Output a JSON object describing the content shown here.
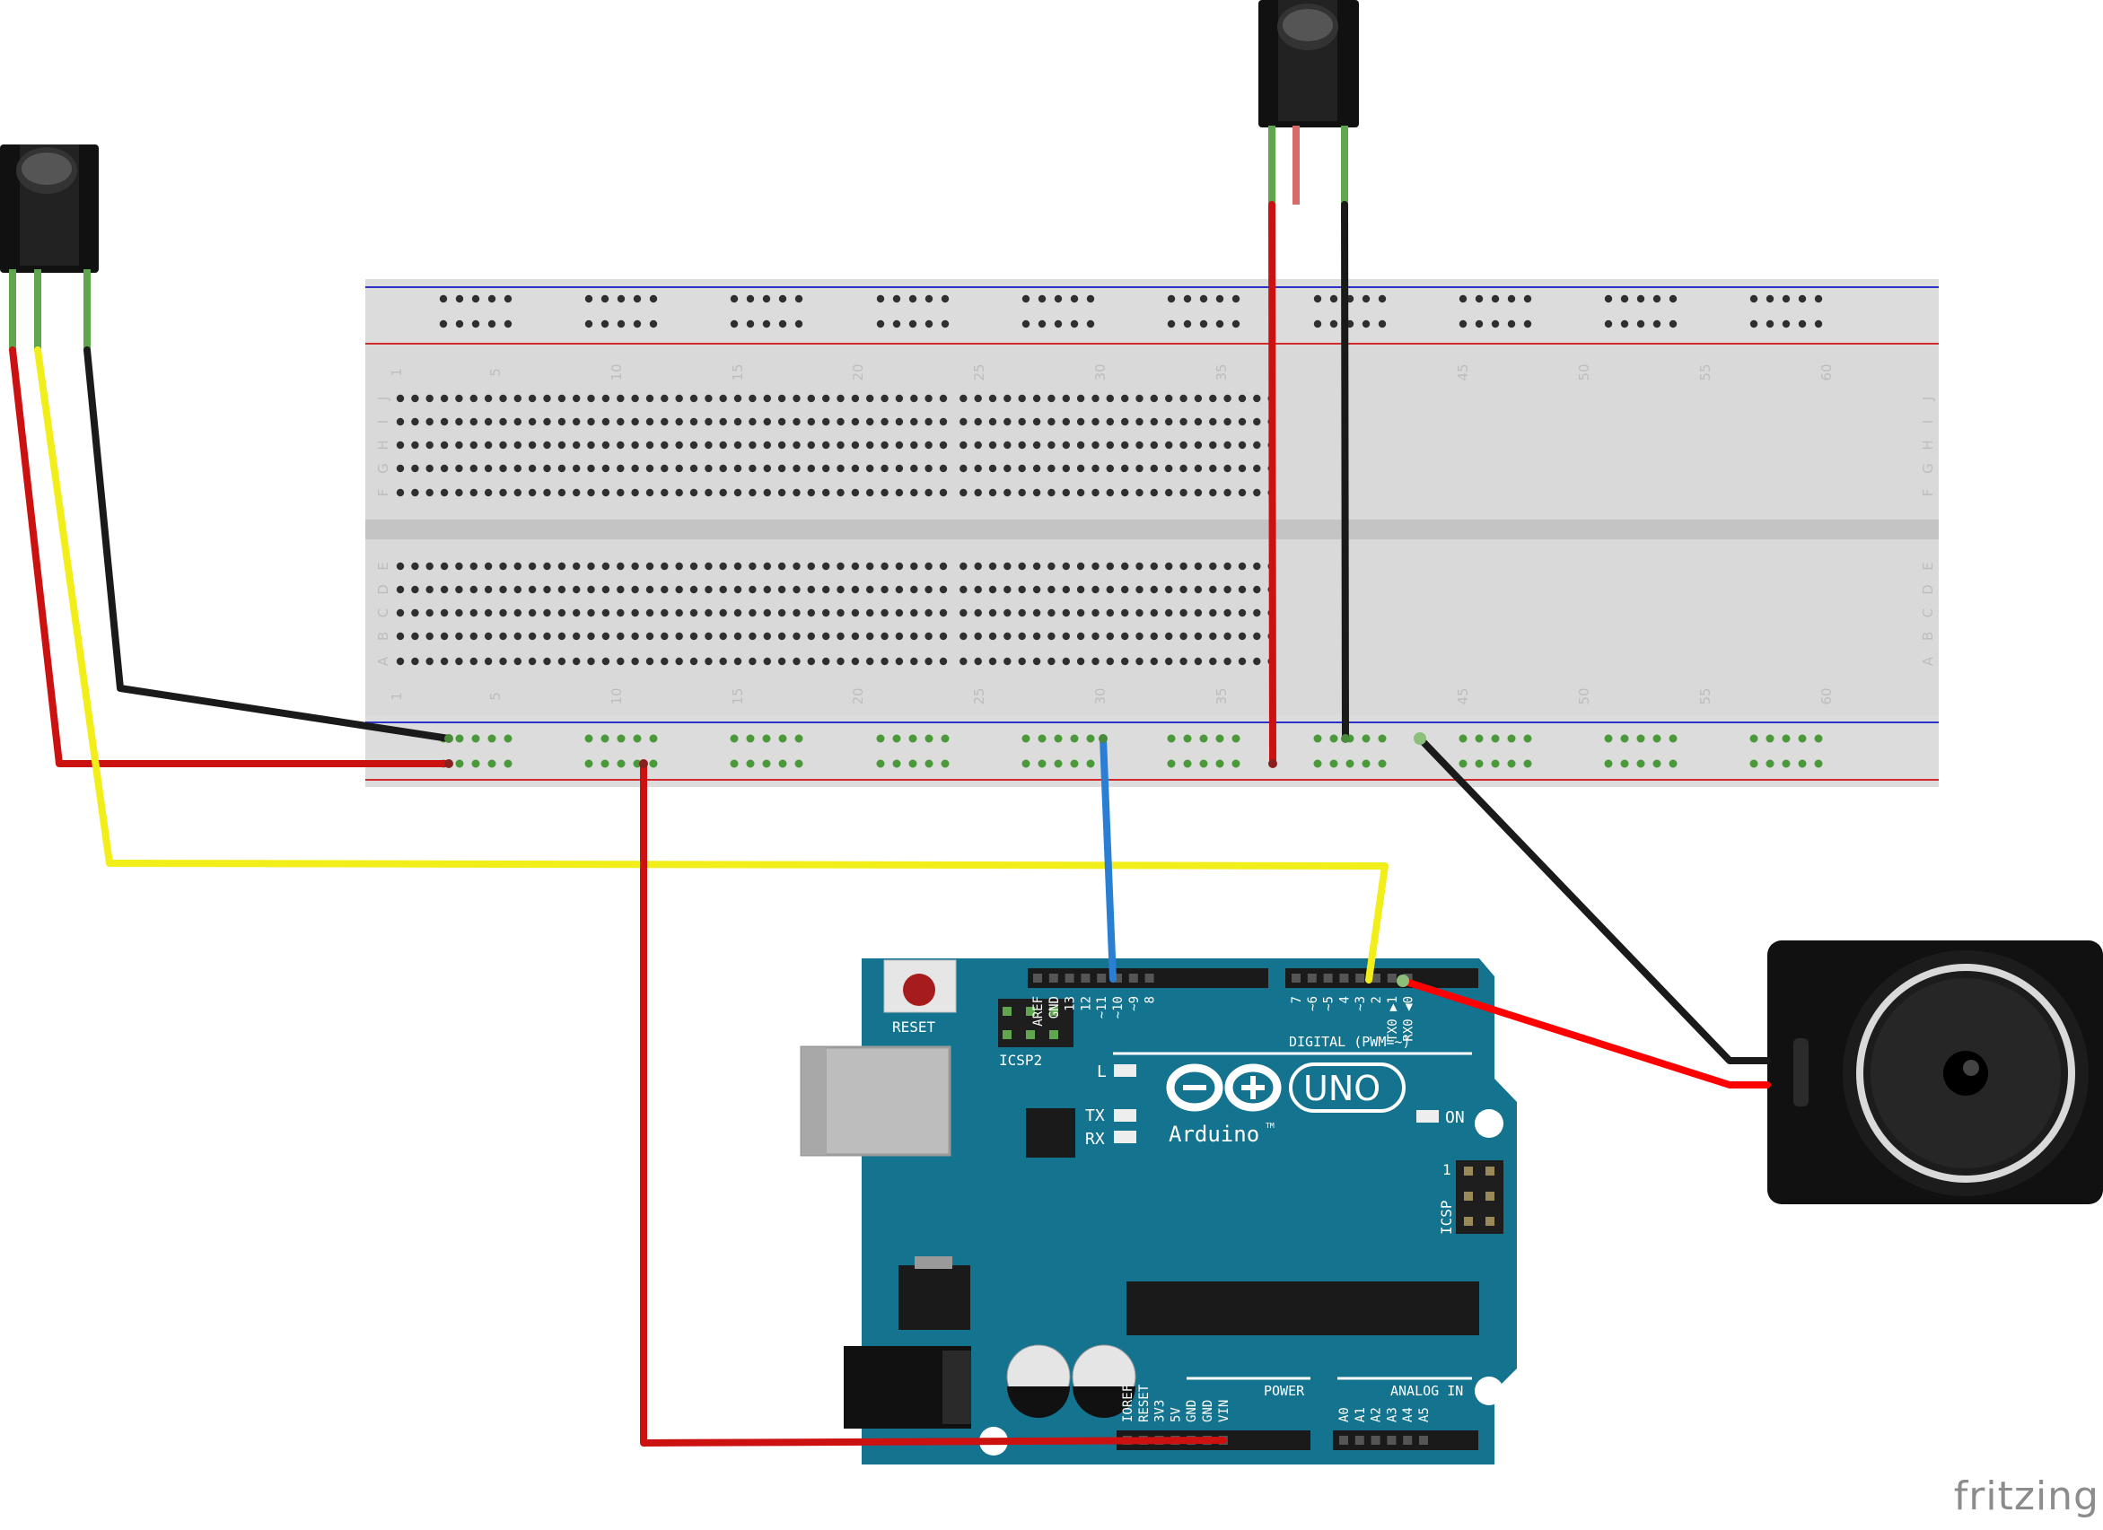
{
  "watermark": "fritzing",
  "breadboard": {
    "column_numbers": [
      "1",
      "5",
      "10",
      "15",
      "20",
      "25",
      "30",
      "35",
      "45",
      "50",
      "55",
      "60"
    ],
    "top_row_letters": [
      "J",
      "I",
      "H",
      "G",
      "F"
    ],
    "bottom_row_letters": [
      "E",
      "D",
      "C",
      "B",
      "A"
    ]
  },
  "arduino": {
    "reset_label": "RESET",
    "icsp2_label": "ICSP2",
    "icsp_label": "ICSP",
    "icsp_pin1": "1",
    "led_l": "L",
    "led_tx": "TX",
    "led_rx": "RX",
    "on_label": "ON",
    "brand": "Arduino",
    "tm": "TM",
    "model": "UNO",
    "digital_label": "DIGITAL (PWM=~)",
    "power_label": "POWER",
    "analog_label": "ANALOG IN",
    "header_top_left": [
      "AREF",
      "GND",
      "13",
      "12",
      "~11",
      "~10",
      "~9",
      "8"
    ],
    "header_top_right": [
      "7",
      "~6",
      "~5",
      "4",
      "~3",
      "2",
      "TX0 ▶1",
      "RX0 ◀0"
    ],
    "header_power": [
      "IOREF",
      "RESET",
      "3V3",
      "5V",
      "GND",
      "GND",
      "VIN"
    ],
    "header_analog": [
      "A0",
      "A1",
      "A2",
      "A3",
      "A4",
      "A5"
    ]
  },
  "colors": {
    "board": "#14738f",
    "wire_red": "#cc1111",
    "wire_yellow": "#f2ee1a",
    "wire_black": "#1a1a1a",
    "wire_blue": "#2a7fd4",
    "rail_blue": "#2a32c8",
    "rail_red": "#d22a2a"
  }
}
